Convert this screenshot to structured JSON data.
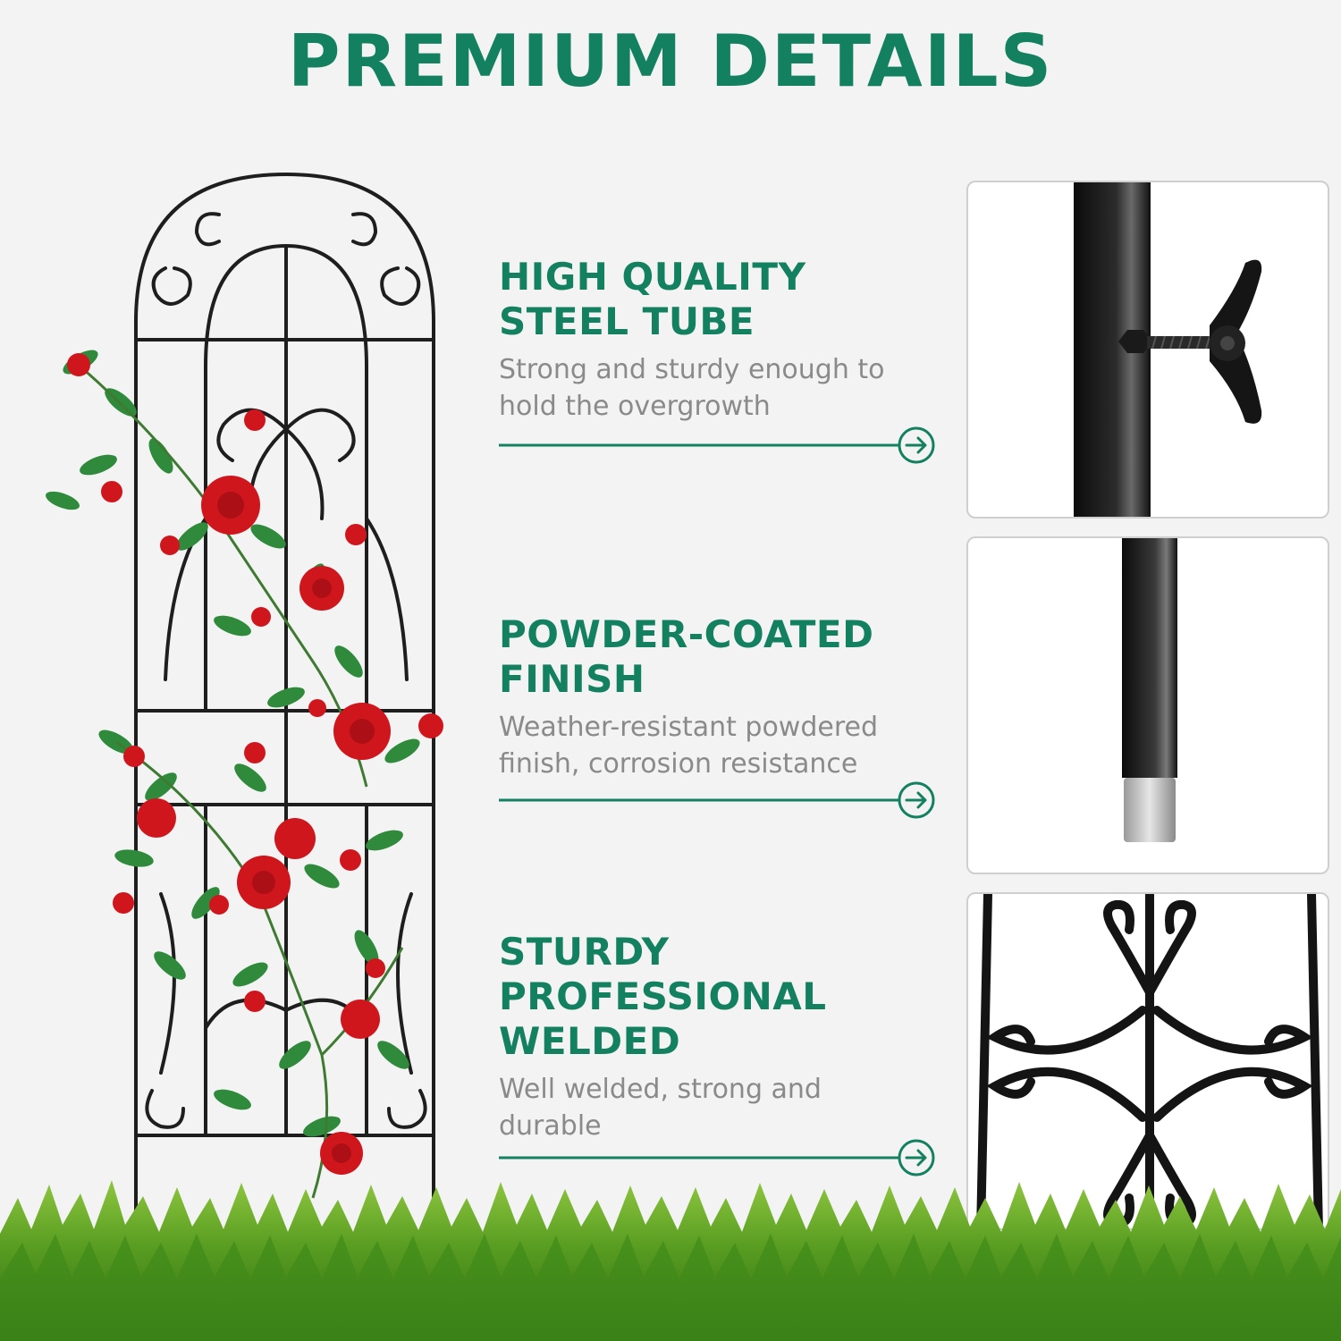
{
  "header": {
    "title": "PREMIUM DETAILS"
  },
  "colors": {
    "brand_green": "#13805f",
    "description_gray": "#8a8a8a",
    "background": "#f3f3f3"
  },
  "features": [
    {
      "title_lines": [
        "HIGH QUALITY",
        "STEEL TUBE"
      ],
      "desc_lines": [
        "Strong and sturdy enough to",
        "hold the overgrowth"
      ],
      "icon": "arrow-right-circle-icon",
      "detail_image": "tube-with-wing-nut"
    },
    {
      "title_lines": [
        "POWDER-COATED",
        "FINISH"
      ],
      "desc_lines": [
        "Weather-resistant powdered",
        "finish, corrosion resistance"
      ],
      "icon": "arrow-right-circle-icon",
      "detail_image": "coated-tube-end"
    },
    {
      "title_lines": [
        "STURDY",
        "PROFESSIONAL",
        "WELDED"
      ],
      "desc_lines": [
        "Well welded, strong and",
        "durable"
      ],
      "icon": "arrow-right-circle-icon",
      "detail_image": "welded-scroll-closeup"
    }
  ]
}
